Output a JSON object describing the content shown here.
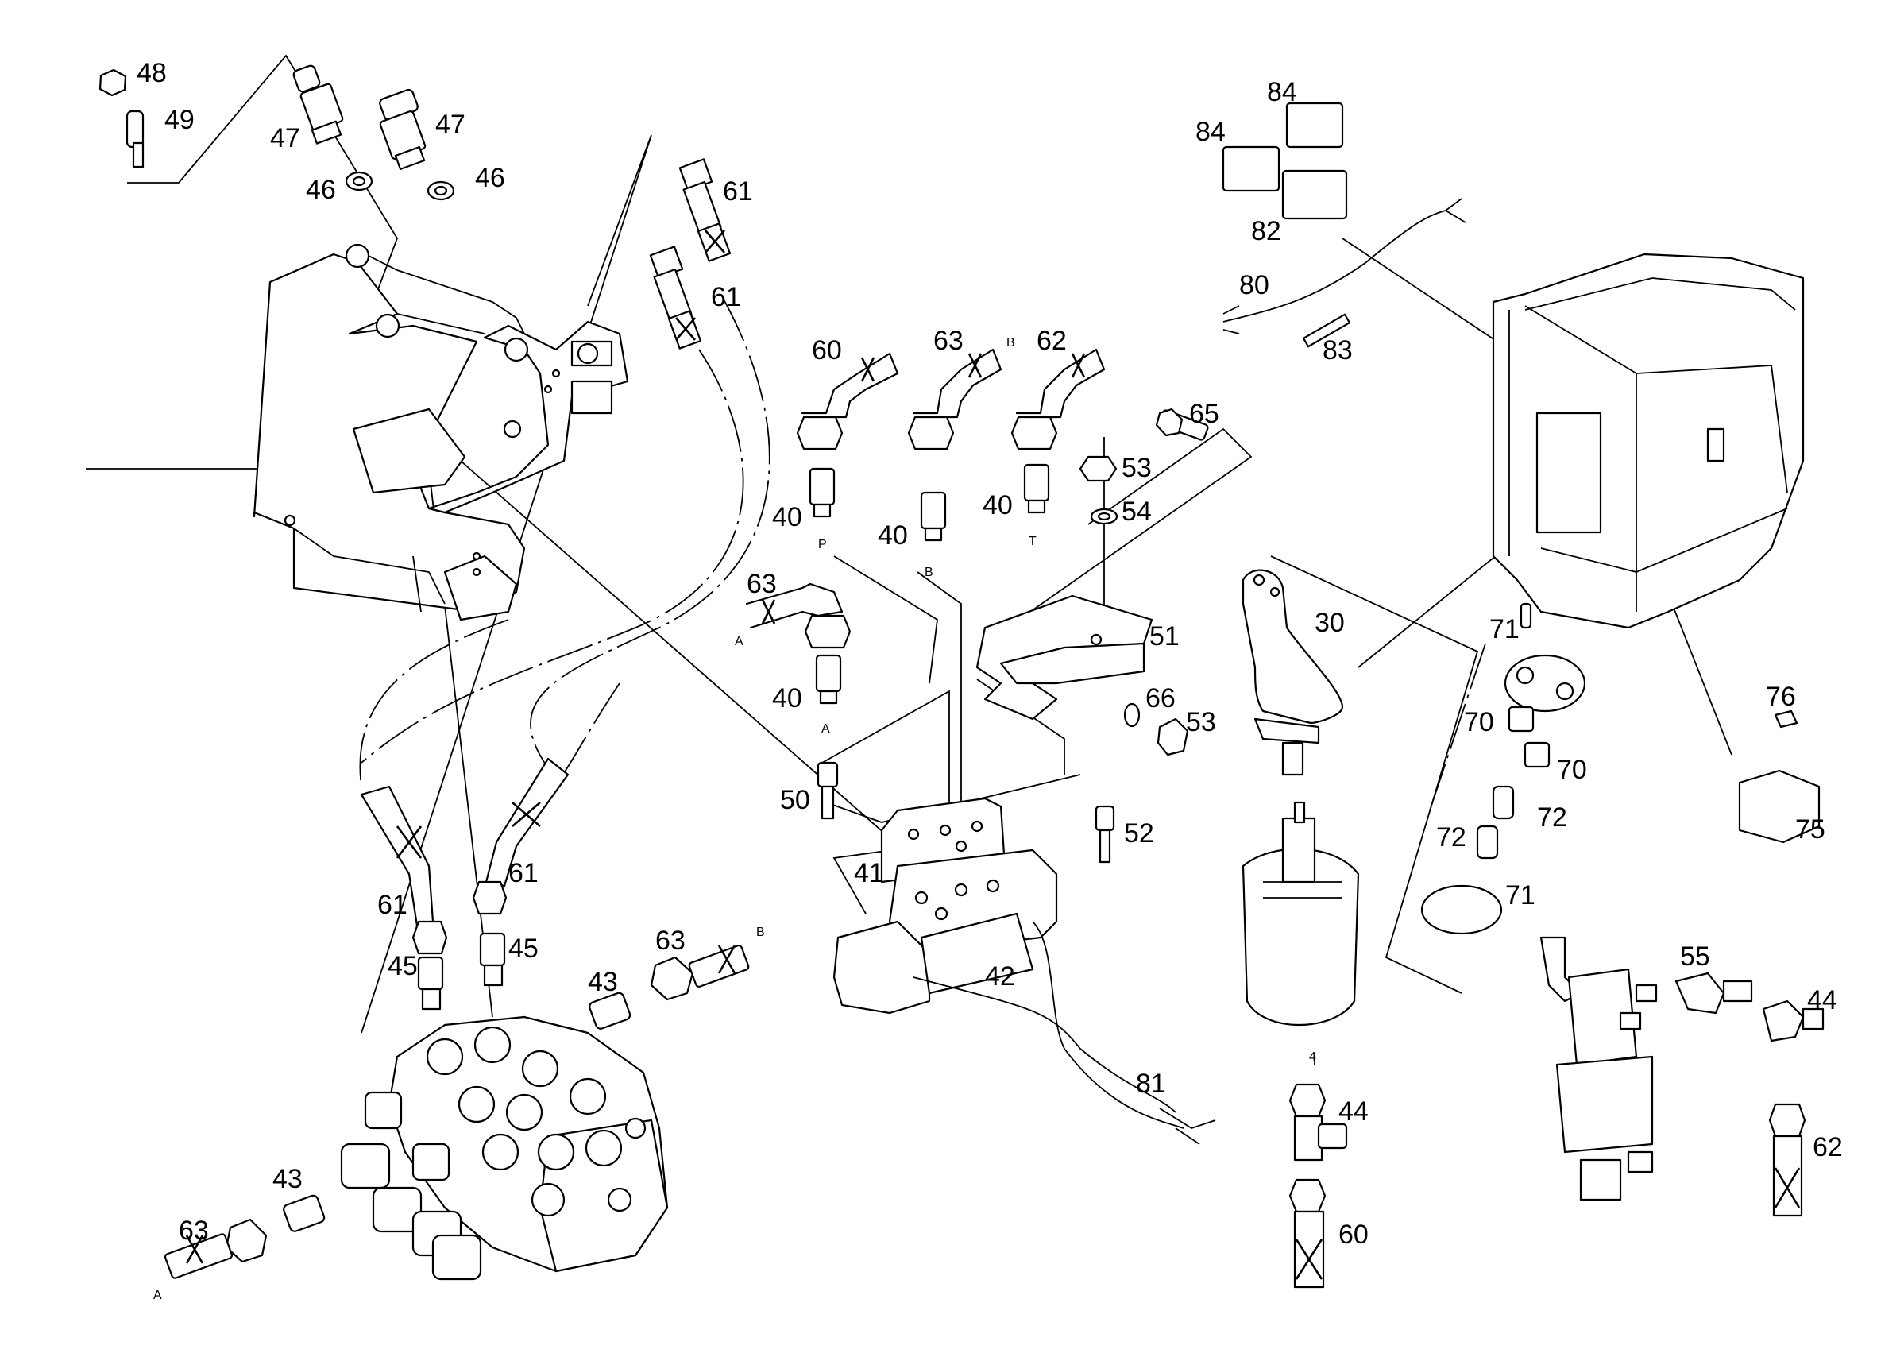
{
  "diagram": {
    "callouts": [
      "30",
      "40",
      "40",
      "40",
      "40",
      "41",
      "42",
      "43",
      "43",
      "44",
      "44",
      "45",
      "45",
      "46",
      "46",
      "47",
      "47",
      "48",
      "49",
      "50",
      "51",
      "52",
      "53",
      "53",
      "54",
      "55",
      "60",
      "60",
      "61",
      "61",
      "61",
      "61",
      "62",
      "62",
      "63",
      "63",
      "63",
      "63",
      "65",
      "66",
      "70",
      "70",
      "71",
      "71",
      "72",
      "72",
      "75",
      "76",
      "80",
      "81",
      "82",
      "83",
      "84",
      "84"
    ],
    "port_labels": [
      "P",
      "B",
      "T",
      "A",
      "A",
      "B",
      "B",
      "A",
      "4"
    ]
  }
}
